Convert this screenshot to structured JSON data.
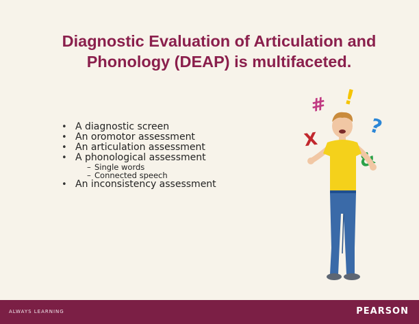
{
  "slide": {
    "title_line1": "Diagnostic Evaluation of Articulation and",
    "title_line2": "Phonology (DEAP) is multifaceted.",
    "bullet_glyph": "•",
    "sub_glyph": "–",
    "bullets": [
      "A diagnostic screen",
      "An oromotor assessment",
      "An articulation assessment",
      "A phonological assessment",
      "An inconsistency assessment"
    ],
    "sub_bullets": [
      "Single words",
      "Connected speech"
    ]
  },
  "illustration": {
    "symbols": [
      "#",
      "!",
      "?",
      "X",
      "&"
    ],
    "symbol_colors": [
      "#c03a82",
      "#f5c400",
      "#2b86d6",
      "#c1272d",
      "#2ca24a"
    ]
  },
  "footer": {
    "tagline": "ALWAYS LEARNING",
    "brand": "PEARSON",
    "color": "#7b1f45"
  }
}
